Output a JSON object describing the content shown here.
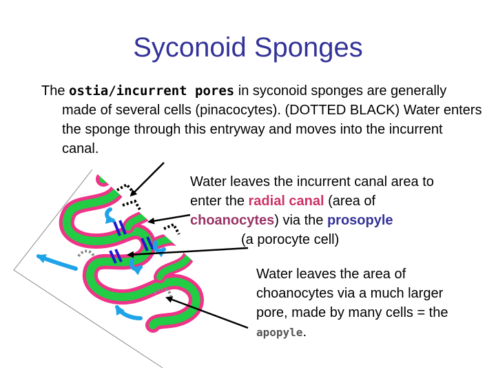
{
  "slide": {
    "title": "Syconoid Sponges",
    "intro": {
      "pre": "The ",
      "term": "ostia/incurrent pores",
      "post": " in syconoid sponges are generally made of several cells (pinacocytes). (DOTTED BLACK)  Water enters the sponge through this entryway and moves into the incurrent canal."
    },
    "prosopyle_text": {
      "t1": "Water leaves the incurrent canal area to enter the ",
      "radial": "radial canal",
      "t2": " (area of ",
      "choano": "choanocytes",
      "t3": ") via the ",
      "prosopyle": "prosopyle",
      "t4": "(a porocyte cell)"
    },
    "apopyle_text": {
      "t1": "Water leaves the area of choanocytes via a much larger pore, made by many cells = the ",
      "apopyle": "apopyle",
      "t2": "."
    }
  },
  "colors": {
    "title": "#333399",
    "wall_pink": "#ee3388",
    "wall_green": "#22cc44",
    "flow_blue": "#1fa3e8",
    "prosopyle_blue": "#1a1acc",
    "ostia_dots": "#000000",
    "apopyle_dots": "#888888"
  },
  "icons": [
    "water-flow-arrow-icon",
    "pointer-arrow-icon"
  ]
}
